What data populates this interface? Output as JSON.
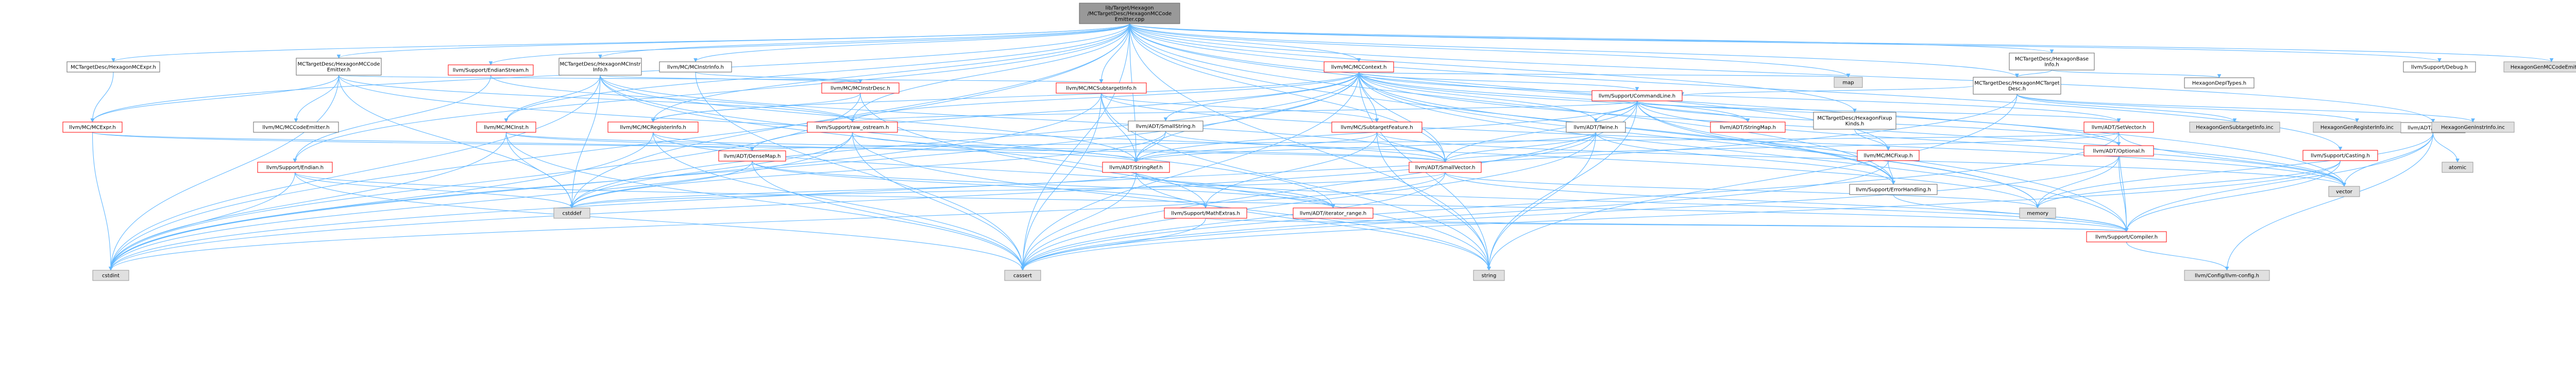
{
  "diagram": {
    "nodes": [
      {
        "id": "root",
        "label": [
          "lib/Target/Hexagon",
          "/MCTargetDesc/HexagonMCCode",
          "Emitter.cpp"
        ],
        "style": "root"
      },
      {
        "id": "mcexpr",
        "label": [
          "MCTargetDesc/HexagonMCExpr.h"
        ],
        "style": "plain"
      },
      {
        "id": "mcemitterh",
        "label": [
          "MCTargetDesc/HexagonMCCode",
          "Emitter.h"
        ],
        "style": "plain"
      },
      {
        "id": "endianstream",
        "label": [
          "llvm/Support/EndianStream.h"
        ],
        "style": "red"
      },
      {
        "id": "mcinstrinfo",
        "label": [
          "MCTargetDesc/HexagonMCInstr",
          "Info.h"
        ],
        "style": "plain"
      },
      {
        "id": "llvmmcinstrinfo",
        "label": [
          "llvm/MC/MCInstrInfo.h"
        ],
        "style": "plain"
      },
      {
        "id": "mccontext",
        "label": [
          "llvm/MC/MCContext.h"
        ],
        "style": "red"
      },
      {
        "id": "basetinfo",
        "label": [
          "MCTargetDesc/HexagonBase",
          "Info.h"
        ],
        "style": "plain"
      },
      {
        "id": "mctargetdesc",
        "label": [
          "MCTargetDesc/HexagonMCTarget",
          "Desc.h"
        ],
        "style": "plain"
      },
      {
        "id": "statistic",
        "label": [
          "llvm/ADT/Statistic.h"
        ],
        "style": "plain"
      },
      {
        "id": "debug",
        "label": [
          "llvm/Support/Debug.h"
        ],
        "style": "plain"
      },
      {
        "id": "genemitter",
        "label": [
          "HexagonGenMCCodeEmitter.inc"
        ],
        "style": "gray"
      },
      {
        "id": "llvmmcexpr",
        "label": [
          "llvm/MC/MCExpr.h"
        ],
        "style": "red"
      },
      {
        "id": "mccodeemitter",
        "label": [
          "llvm/MC/MCCodeEmitter.h"
        ],
        "style": "plain"
      },
      {
        "id": "endian",
        "label": [
          "llvm/Support/Endian.h"
        ],
        "style": "red"
      },
      {
        "id": "mcinst",
        "label": [
          "llvm/MC/MCInst.h"
        ],
        "style": "red"
      },
      {
        "id": "mcregisterinfo",
        "label": [
          "llvm/MC/MCRegisterInfo.h"
        ],
        "style": "red"
      },
      {
        "id": "mcinstrdesc",
        "label": [
          "llvm/MC/MCInstrDesc.h"
        ],
        "style": "red"
      },
      {
        "id": "mcsubtargetinfo",
        "label": [
          "llvm/MC/MCSubtargetInfo.h"
        ],
        "style": "red"
      },
      {
        "id": "rawostream",
        "label": [
          "llvm/Support/raw_ostream.h"
        ],
        "style": "red"
      },
      {
        "id": "smallstring",
        "label": [
          "llvm/ADT/SmallString.h"
        ],
        "style": "plain"
      },
      {
        "id": "mcsubtargetfeature",
        "label": [
          "llvm/MC/SubtargetFeature.h"
        ],
        "style": "red"
      },
      {
        "id": "commandline",
        "label": [
          "llvm/Support/CommandLine.h"
        ],
        "style": "red"
      },
      {
        "id": "twine",
        "label": [
          "llvm/ADT/Twine.h"
        ],
        "style": "plain"
      },
      {
        "id": "stringmap",
        "label": [
          "llvm/ADT/StringMap.h"
        ],
        "style": "red"
      },
      {
        "id": "fixupkinds",
        "label": [
          "MCTargetDesc/HexagonFixup",
          "Kinds.h"
        ],
        "style": "plain"
      },
      {
        "id": "optional",
        "label": [
          "llvm/ADT/Optional.h"
        ],
        "style": "red"
      },
      {
        "id": "setvector",
        "label": [
          "llvm/ADT/SetVector.h"
        ],
        "style": "red"
      },
      {
        "id": "mcfixup",
        "label": [
          "llvm/MC/MCFixup.h"
        ],
        "style": "red"
      },
      {
        "id": "densemap",
        "label": [
          "llvm/ADT/DenseMap.h"
        ],
        "style": "red"
      },
      {
        "id": "stringref",
        "label": [
          "llvm/ADT/StringRef.h"
        ],
        "style": "red"
      },
      {
        "id": "smallvector",
        "label": [
          "llvm/ADT/SmallVector.h"
        ],
        "style": "red"
      },
      {
        "id": "errorhandling",
        "label": [
          "llvm/Support/ErrorHandling.h"
        ],
        "style": "plain"
      },
      {
        "id": "casting",
        "label": [
          "llvm/Support/Casting.h"
        ],
        "style": "red"
      },
      {
        "id": "mathextras",
        "label": [
          "llvm/Support/MathExtras.h"
        ],
        "style": "red"
      },
      {
        "id": "iteratorrange",
        "label": [
          "llvm/ADT/iterator_range.h"
        ],
        "style": "red"
      },
      {
        "id": "compiler",
        "label": [
          "llvm/Support/Compiler.h"
        ],
        "style": "red"
      },
      {
        "id": "llvmconfig",
        "label": [
          "llvm/Config/llvm-config.h"
        ],
        "style": "gray"
      },
      {
        "id": "depttypes",
        "label": [
          "HexagonDepITypes.h"
        ],
        "style": "plain"
      },
      {
        "id": "gensubtarget",
        "label": [
          "HexagonGenSubtargetInfo.inc"
        ],
        "style": "gray"
      },
      {
        "id": "genregister",
        "label": [
          "HexagonGenRegisterInfo.inc"
        ],
        "style": "gray"
      },
      {
        "id": "geninstr",
        "label": [
          "HexagonGenInstrInfo.inc"
        ],
        "style": "gray"
      },
      {
        "id": "map",
        "label": [
          "map"
        ],
        "style": "gray"
      },
      {
        "id": "vector",
        "label": [
          "vector"
        ],
        "style": "gray"
      },
      {
        "id": "atomic",
        "label": [
          "atomic"
        ],
        "style": "gray"
      },
      {
        "id": "memory",
        "label": [
          "memory"
        ],
        "style": "gray"
      },
      {
        "id": "cstddef",
        "label": [
          "cstddef"
        ],
        "style": "gray"
      },
      {
        "id": "cstdint",
        "label": [
          "cstdint"
        ],
        "style": "gray"
      },
      {
        "id": "cassert",
        "label": [
          "cassert"
        ],
        "style": "gray"
      },
      {
        "id": "string",
        "label": [
          "string"
        ],
        "style": "gray"
      }
    ],
    "edges": [
      [
        "root",
        "mcexpr"
      ],
      [
        "root",
        "mcemitterh"
      ],
      [
        "root",
        "endianstream"
      ],
      [
        "root",
        "mcinstrinfo"
      ],
      [
        "root",
        "llvmmcinstrinfo"
      ],
      [
        "root",
        "mccontext"
      ],
      [
        "root",
        "basetinfo"
      ],
      [
        "root",
        "mctargetdesc"
      ],
      [
        "root",
        "statistic"
      ],
      [
        "root",
        "debug"
      ],
      [
        "root",
        "genemitter"
      ],
      [
        "root",
        "llvmmcexpr"
      ],
      [
        "root",
        "mcinst"
      ],
      [
        "root",
        "mcregisterinfo"
      ],
      [
        "root",
        "mcsubtargetinfo"
      ],
      [
        "root",
        "rawostream"
      ],
      [
        "root",
        "endian"
      ],
      [
        "root",
        "errorhandling"
      ],
      [
        "root",
        "casting"
      ],
      [
        "root",
        "compiler"
      ],
      [
        "root",
        "cassert"
      ],
      [
        "root",
        "cstdint"
      ],
      [
        "root",
        "cstddef"
      ],
      [
        "root",
        "string"
      ],
      [
        "root",
        "map"
      ],
      [
        "root",
        "vector"
      ],
      [
        "root",
        "fixupkinds"
      ],
      [
        "root",
        "mcfixup"
      ],
      [
        "root",
        "smallvector"
      ],
      [
        "root",
        "stringref"
      ],
      [
        "mcexpr",
        "llvmmcexpr"
      ],
      [
        "mcemitterh",
        "llvmmcexpr"
      ],
      [
        "mcemitterh",
        "mccodeemitter"
      ],
      [
        "mcemitterh",
        "rawostream"
      ],
      [
        "mcemitterh",
        "mcsubtargetinfo"
      ],
      [
        "mcemitterh",
        "cstddef"
      ],
      [
        "mcemitterh",
        "cstdint"
      ],
      [
        "mcemitterh",
        "memory"
      ],
      [
        "endianstream",
        "endian"
      ],
      [
        "endianstream",
        "rawostream"
      ],
      [
        "mcinstrinfo",
        "mcinst"
      ],
      [
        "mcinstrinfo",
        "mcinstrdesc"
      ],
      [
        "mcinstrinfo",
        "smallvector"
      ],
      [
        "mcinstrinfo",
        "stringref"
      ],
      [
        "mcinstrinfo",
        "mathextras"
      ],
      [
        "mcinstrinfo",
        "cstdint"
      ],
      [
        "mcinstrinfo",
        "cstddef"
      ],
      [
        "mcinstrinfo",
        "iteratorrange"
      ],
      [
        "llvmmcinstrinfo",
        "mcinstrdesc"
      ],
      [
        "llvmmcinstrinfo",
        "cassert"
      ],
      [
        "mccontext",
        "smallstring"
      ],
      [
        "mccontext",
        "stringmap"
      ],
      [
        "mccontext",
        "twine"
      ],
      [
        "mccontext",
        "optional"
      ],
      [
        "mccontext",
        "densemap"
      ],
      [
        "mccontext",
        "smallvector"
      ],
      [
        "mccontext",
        "stringref"
      ],
      [
        "mccontext",
        "setvector"
      ],
      [
        "mccontext",
        "errorhandling"
      ],
      [
        "mccontext",
        "compiler"
      ],
      [
        "mccontext",
        "rawostream"
      ],
      [
        "mccontext",
        "map"
      ],
      [
        "mccontext",
        "vector"
      ],
      [
        "mccontext",
        "memory"
      ],
      [
        "mccontext",
        "string"
      ],
      [
        "mccontext",
        "cassert"
      ],
      [
        "mccontext",
        "cstddef"
      ],
      [
        "mccontext",
        "cstdint"
      ],
      [
        "mccontext",
        "mcsubtargetfeature"
      ],
      [
        "mccontext",
        "commandline"
      ],
      [
        "mccontext",
        "mcregisterinfo"
      ],
      [
        "basetinfo",
        "mctargetdesc"
      ],
      [
        "basetinfo",
        "depttypes"
      ],
      [
        "mctargetdesc",
        "commandline"
      ],
      [
        "mctargetdesc",
        "cstdint"
      ],
      [
        "mctargetdesc",
        "string"
      ],
      [
        "mctargetdesc",
        "gensubtarget"
      ],
      [
        "mctargetdesc",
        "genregister"
      ],
      [
        "mctargetdesc",
        "geninstr"
      ],
      [
        "statistic",
        "atomic"
      ],
      [
        "statistic",
        "memory"
      ],
      [
        "statistic",
        "vector"
      ],
      [
        "statistic",
        "compiler"
      ],
      [
        "statistic",
        "llvmconfig"
      ],
      [
        "llvmmcexpr",
        "cstdint"
      ],
      [
        "llvmmcexpr",
        "densemap"
      ],
      [
        "llvmmcexpr",
        "smallvector"
      ],
      [
        "endian",
        "cstddef"
      ],
      [
        "endian",
        "cstdint"
      ],
      [
        "endian",
        "compiler"
      ],
      [
        "endian",
        "cassert"
      ],
      [
        "mcinst",
        "smallvector"
      ],
      [
        "mcinst",
        "stringref"
      ],
      [
        "mcinst",
        "cstdint"
      ],
      [
        "mcinst",
        "cassert"
      ],
      [
        "mcinst",
        "cstddef"
      ],
      [
        "mcregisterinfo",
        "densemap"
      ],
      [
        "mcregisterinfo",
        "iteratorrange"
      ],
      [
        "mcregisterinfo",
        "cassert"
      ],
      [
        "mcregisterinfo",
        "cstdint"
      ],
      [
        "mcinstrdesc",
        "mcregisterinfo"
      ],
      [
        "mcinstrdesc",
        "cstdint"
      ],
      [
        "mcinstrdesc",
        "string"
      ],
      [
        "mcsubtargetinfo",
        "mcsubtargetfeature"
      ],
      [
        "mcsubtargetinfo",
        "stringref"
      ],
      [
        "mcsubtargetinfo",
        "cassert"
      ],
      [
        "mcsubtargetinfo",
        "cstdint"
      ],
      [
        "mcsubtargetinfo",
        "string"
      ],
      [
        "mcsubtargetinfo",
        "vector"
      ],
      [
        "rawostream",
        "stringref"
      ],
      [
        "rawostream",
        "cassert"
      ],
      [
        "rawostream",
        "cstddef"
      ],
      [
        "rawostream",
        "cstdint"
      ],
      [
        "rawostream",
        "string"
      ],
      [
        "smallstring",
        "smallvector"
      ],
      [
        "smallstring",
        "stringref"
      ],
      [
        "smallstring",
        "cstddef"
      ],
      [
        "mcsubtargetfeature",
        "smallvector"
      ],
      [
        "mcsubtargetfeature",
        "stringref"
      ],
      [
        "mcsubtargetfeature",
        "mathextras"
      ],
      [
        "mcsubtargetfeature",
        "string"
      ],
      [
        "mcsubtargetfeature",
        "vector"
      ],
      [
        "commandline",
        "twine"
      ],
      [
        "commandline",
        "stringmap"
      ],
      [
        "commandline",
        "smallvector"
      ],
      [
        "commandline",
        "stringref"
      ],
      [
        "commandline",
        "errorhandling"
      ],
      [
        "commandline",
        "rawostream"
      ],
      [
        "commandline",
        "cassert"
      ],
      [
        "commandline",
        "string"
      ],
      [
        "commandline",
        "vector"
      ],
      [
        "commandline",
        "memory"
      ],
      [
        "commandline",
        "setvector"
      ],
      [
        "commandline",
        "optional"
      ],
      [
        "twine",
        "smallvector"
      ],
      [
        "twine",
        "stringref"
      ],
      [
        "twine",
        "errorhandling"
      ],
      [
        "twine",
        "cassert"
      ],
      [
        "twine",
        "cstdint"
      ],
      [
        "twine",
        "string"
      ],
      [
        "fixupkinds",
        "mcfixup"
      ],
      [
        "optional",
        "compiler"
      ],
      [
        "optional",
        "memory"
      ],
      [
        "optional",
        "cassert"
      ],
      [
        "setvector",
        "densemap"
      ],
      [
        "setvector",
        "smallvector"
      ],
      [
        "setvector",
        "compiler"
      ],
      [
        "setvector",
        "cassert"
      ],
      [
        "setvector",
        "vector"
      ],
      [
        "mcfixup",
        "errorhandling"
      ],
      [
        "mcfixup",
        "cassert"
      ],
      [
        "densemap",
        "mathextras"
      ],
      [
        "densemap",
        "cassert"
      ],
      [
        "densemap",
        "cstddef"
      ],
      [
        "densemap",
        "iteratorrange"
      ],
      [
        "stringref",
        "compiler"
      ],
      [
        "stringref",
        "cassert"
      ],
      [
        "stringref",
        "cstddef"
      ],
      [
        "stringref",
        "string"
      ],
      [
        "stringref",
        "iteratorrange"
      ],
      [
        "smallvector",
        "compiler"
      ],
      [
        "smallvector",
        "cassert"
      ],
      [
        "smallvector",
        "cstddef"
      ],
      [
        "smallvector",
        "cstdint"
      ],
      [
        "smallvector",
        "memory"
      ],
      [
        "errorhandling",
        "compiler"
      ],
      [
        "casting",
        "compiler"
      ],
      [
        "casting",
        "cassert"
      ],
      [
        "casting",
        "memory"
      ],
      [
        "mathextras",
        "compiler"
      ],
      [
        "mathextras",
        "cassert"
      ],
      [
        "iteratorrange",
        "compiler"
      ],
      [
        "compiler",
        "llvmconfig"
      ]
    ]
  }
}
